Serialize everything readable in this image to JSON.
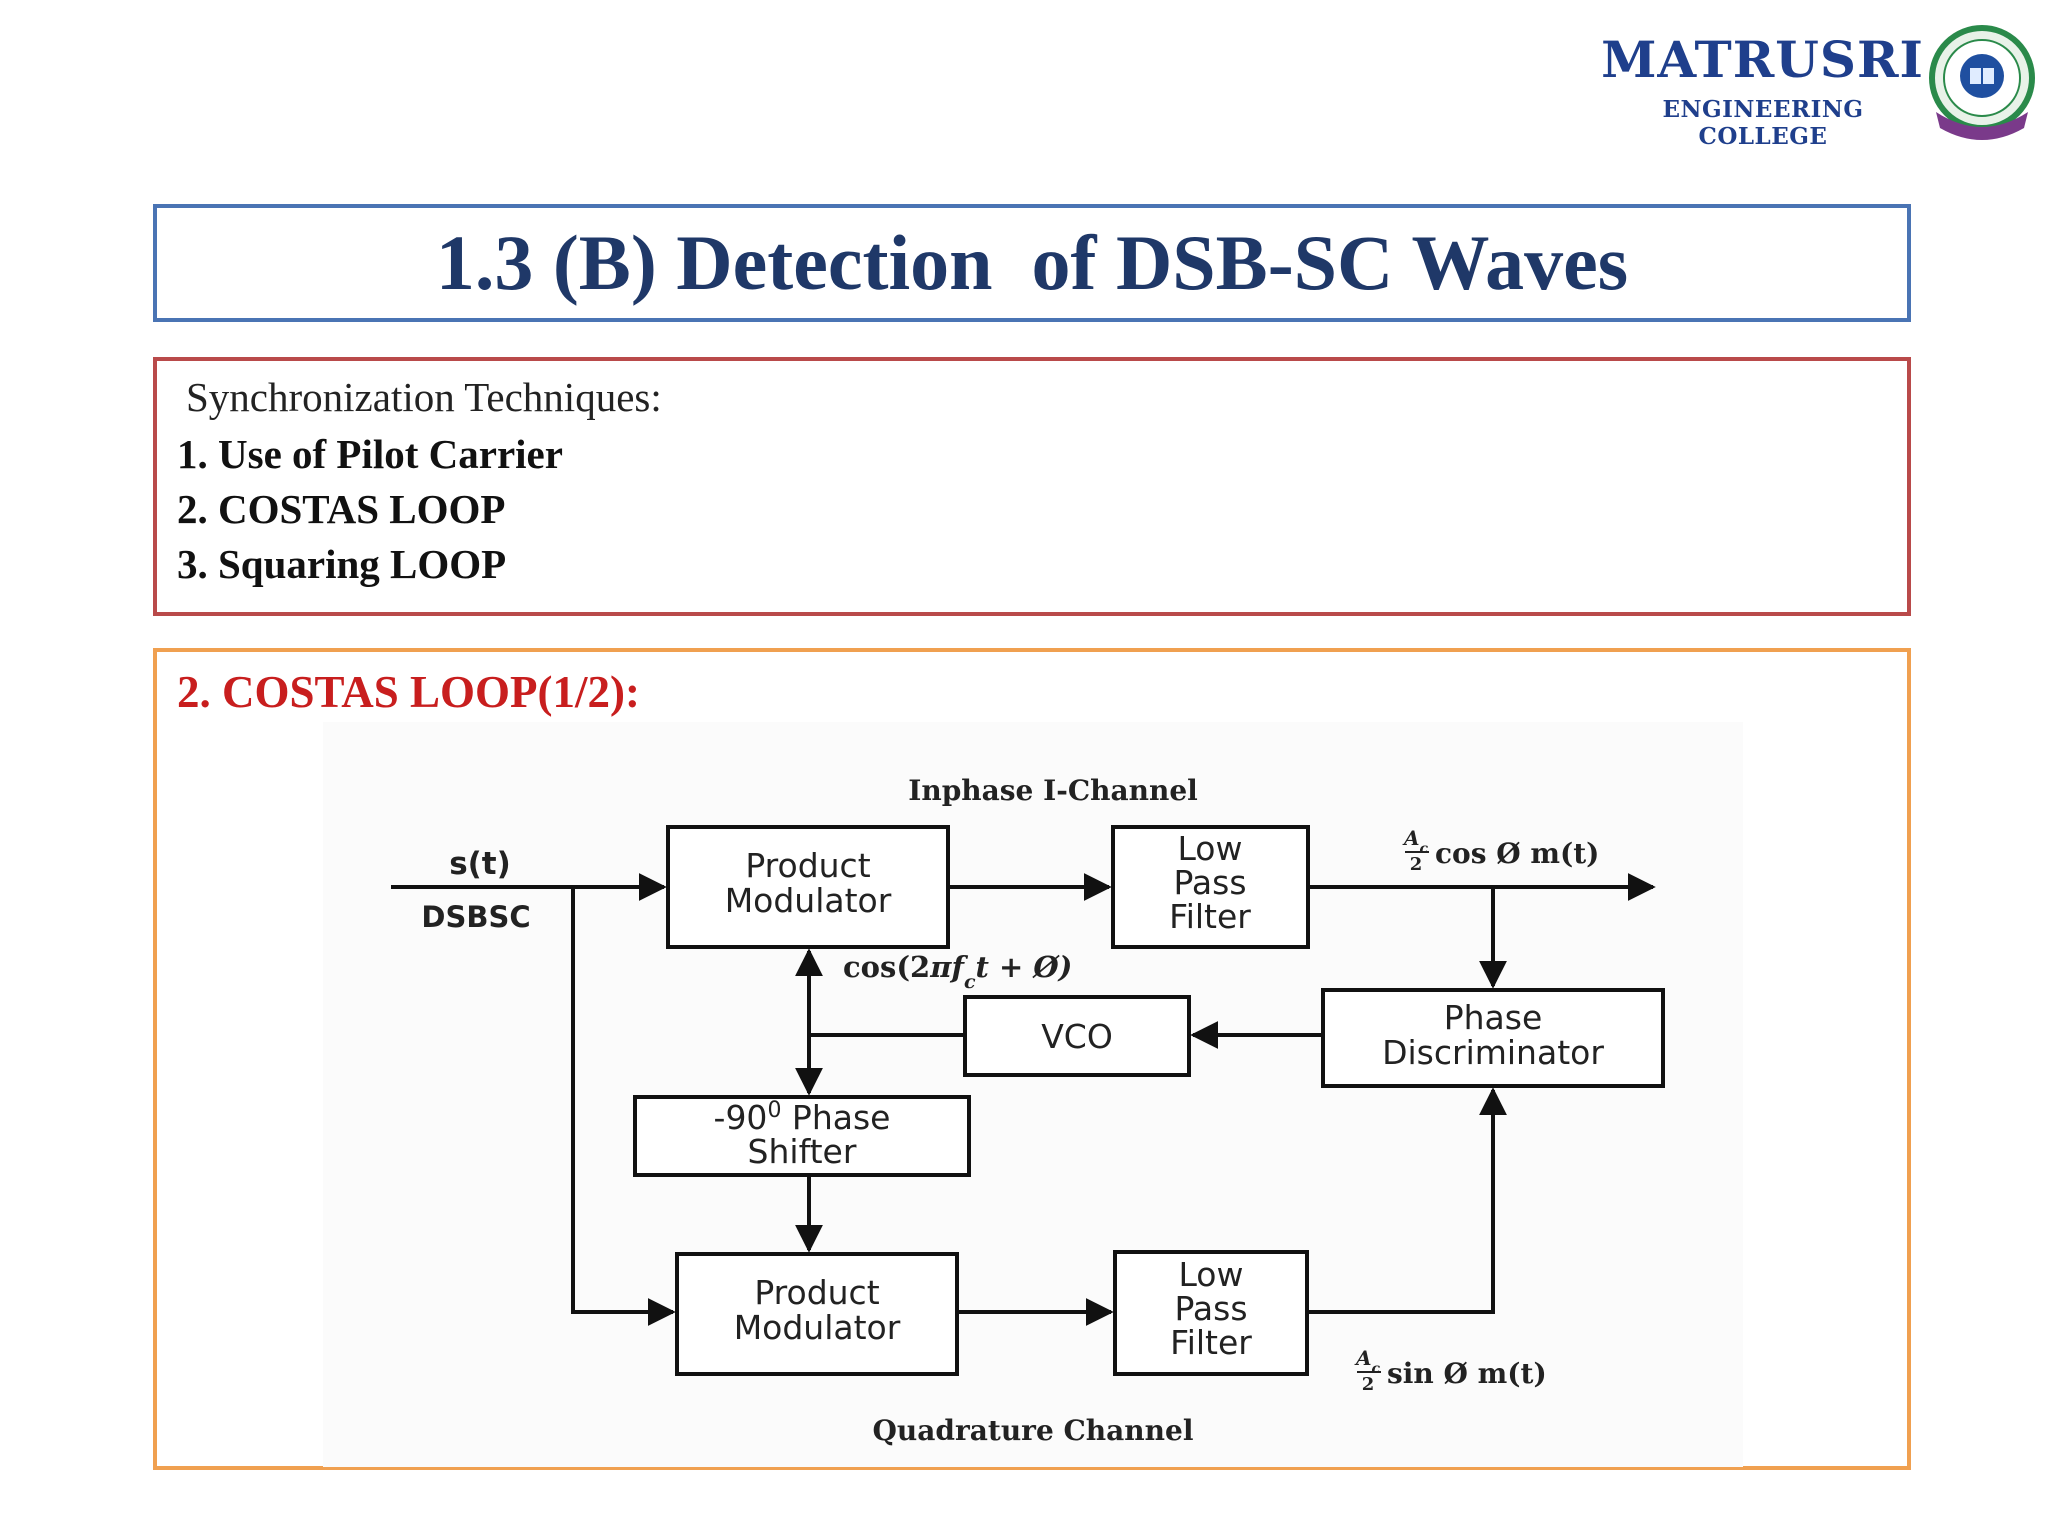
{
  "logo": {
    "name": "MATRUSRI",
    "subtitle": "ENGINEERING COLLEGE",
    "emblem_icon": "college-emblem-icon",
    "colors": {
      "text": "#1f3f8c",
      "emblem_ring": "#2a8a4a",
      "emblem_blue": "#1f4fa0",
      "ribbon": "#7a3a8a"
    }
  },
  "title": "1.3 (B) Detection  of DSB-SC Waves",
  "techniques": {
    "heading": "Synchronization Techniques:",
    "items": [
      "1. Use of Pilot Carrier",
      "2. COSTAS LOOP",
      "3. Squaring LOOP"
    ]
  },
  "costas": {
    "heading": "2. COSTAS LOOP(1/2):",
    "diagram": {
      "inphase_label": "Inphase I-Channel",
      "quadrature_label": "Quadrature Channel",
      "input_signal": "s(t)",
      "input_type": "DSBSC",
      "product_modulator_top": [
        "Product",
        "Modulator"
      ],
      "lpf_top": [
        "Low",
        "Pass",
        "Filter"
      ],
      "output_top": {
        "coef_num": "A",
        "coef_sub": "c",
        "coef_den": "2",
        "expr": "cos Ø  m(t)"
      },
      "phase_discriminator": [
        "Phase",
        "Discriminator"
      ],
      "vco": "VCO",
      "carrier": {
        "pre": "cos(2",
        "pi": "π",
        "f": "f",
        "sub": "c",
        "post": "t + Ø)"
      },
      "phase_shifter": {
        "pre": "-90",
        "sup": "0",
        "post": " Phase",
        "line2": "Shifter"
      },
      "product_modulator_bottom": [
        "Product",
        "Modulator"
      ],
      "lpf_bottom": [
        "Low",
        "Pass",
        "Filter"
      ],
      "output_bottom": {
        "coef_num": "A",
        "coef_sub": "c",
        "coef_den": "2",
        "expr": "sin Ø  m(t)"
      }
    }
  },
  "colors": {
    "title_border": "#4a74b4",
    "title_text": "#1f3868",
    "tech_border": "#b94a4a",
    "costas_border": "#f0a050",
    "costas_heading": "#c81e1e"
  }
}
